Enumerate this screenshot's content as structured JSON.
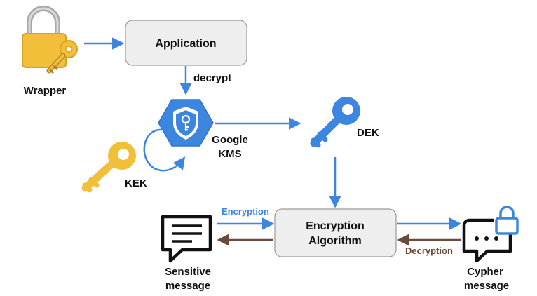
{
  "nodes": {
    "wrapper": "Wrapper",
    "application": "Application",
    "google_kms_line1": "Google",
    "google_kms_line2": "KMS",
    "dek": "DEK",
    "kek": "KEK",
    "encryption_algorithm_line1": "Encryption",
    "encryption_algorithm_line2": "Algorithm",
    "sensitive_message_line1": "Sensitive",
    "sensitive_message_line2": "message",
    "cypher_message_line1": "Cypher",
    "cypher_message_line2": "message"
  },
  "edges": {
    "decrypt": "decrypt",
    "encryption": "Encryption",
    "decryption": "Decryption"
  },
  "colors": {
    "blue": "#3d86e0",
    "blue_dark": "#2f72cf",
    "gold": "#f2bf3a",
    "gold_dark": "#dba21f",
    "brown": "#6b4a3a",
    "box_fill": "#eeeeee",
    "box_stroke": "#9a9a9a"
  },
  "icons": [
    "padlock-key-icon",
    "shield-key-icon",
    "key-icon",
    "document-lines-icon",
    "chat-bubble-icon",
    "lock-icon"
  ]
}
